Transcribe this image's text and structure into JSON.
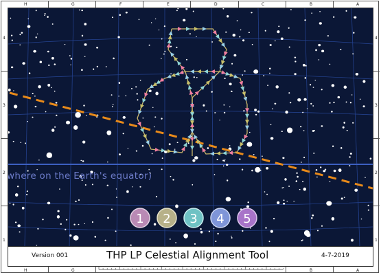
{
  "window": {
    "title": "THP LP Celestial Alignment Tool",
    "version": "Version 001",
    "date": "4-7-2019"
  },
  "map": {
    "equator_label": "where on the Earth's equator)",
    "colors": {
      "sky": "#0b1736",
      "grid": "#2b4ea8",
      "ecliptic": "#e88a1a",
      "equator": "#3c5fc0"
    }
  },
  "grid_labels": {
    "columns": [
      "H",
      "G",
      "F",
      "E",
      "D",
      "C",
      "B",
      "A"
    ],
    "rows": [
      "4",
      "3",
      "2",
      "1"
    ]
  },
  "selector": {
    "items": [
      {
        "label": "1",
        "color": "#b98ab5"
      },
      {
        "label": "2",
        "color": "#b7b189"
      },
      {
        "label": "3",
        "color": "#6fc2c4"
      },
      {
        "label": "4",
        "color": "#7f95d8"
      },
      {
        "label": "5",
        "color": "#a873c9"
      }
    ]
  },
  "icons": [
    "constellation-pattern-icon"
  ]
}
